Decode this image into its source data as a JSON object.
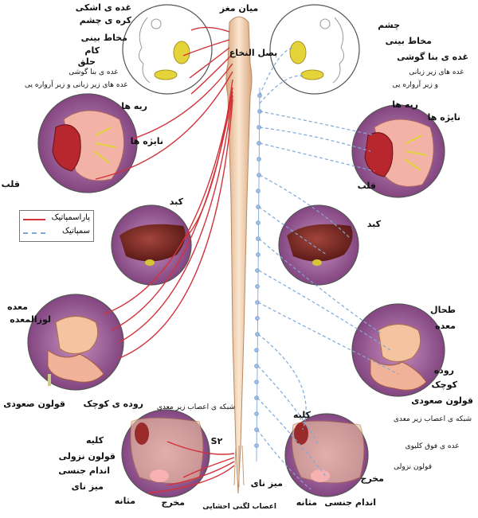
{
  "caption": "اعصاب لگنی احشایی",
  "legend": {
    "parasympathetic": "پاراسمپاتیک",
    "sympathetic": "سمپاتیک"
  },
  "colors": {
    "parasympathetic": "#d2323a",
    "sympathetic": "#7ea8d8",
    "cord": "#f3d6b4",
    "organ_bg": "#8a4a86",
    "liver": "#7b2a24",
    "heart": "#b8262e",
    "lung": "#f2b2a6"
  },
  "spine": {
    "top_label": "میان مغز",
    "medulla_label": "بصل النخاع",
    "sacral_label": "S۲"
  },
  "left": {
    "head_labels": [
      "غده ی اشکی",
      "کره ی چشم",
      "مخاط بینی",
      "کام",
      "حلق",
      "غده ی بنا گوشی",
      "غده های زیر زبانی و زیر آرواره یی"
    ],
    "lungs_label": "ریه ها",
    "bronchi_label": "نایژه ها",
    "heart_label": "قلب",
    "liver_label": "کبد",
    "stomach_label": "معده",
    "pancreas_label": "لوزالمعده",
    "small_intestine_label": "روده ی کوچک",
    "ascending_colon_label": "قولون صعودی",
    "submucosal_plexus_label": "شبکه ی اعصاب زیر معدی",
    "kidney_label": "کلیه",
    "descending_colon_label": "قولون نزولی",
    "genitals_label": "اندام جنسی",
    "ureter_label": "میز نای",
    "bladder_label": "مثانه",
    "rectum_label": "مخرج"
  },
  "right": {
    "head_labels": [
      "چشم",
      "مخاط بینی",
      "غده ی بنا گوشی",
      "غده های زیر زبانی",
      "و زیر آرواره یی"
    ],
    "lungs_label": "ریه ها",
    "bronchi_label": "نایژه ها",
    "heart_label": "قلب",
    "liver_label": "کبد",
    "diaphragm_label": "طحال",
    "stomach_label": "معده",
    "small_intestine_label_1": "روده",
    "small_intestine_label_2": "کوچک",
    "ascending_colon_label": "قولون صعودی",
    "submucosal_plexus_label": "شبکه ی اعصاب زیر معدی",
    "kidney_label": "کلیه",
    "adrenal_label": "غده ی فوق کلیوی",
    "descending_colon_label": "قولون نزولی",
    "rectum_label": "مخرج",
    "ureter_label": "میز نای",
    "bladder_label": "مثانه",
    "genitals_label": "اندام جنسی"
  }
}
